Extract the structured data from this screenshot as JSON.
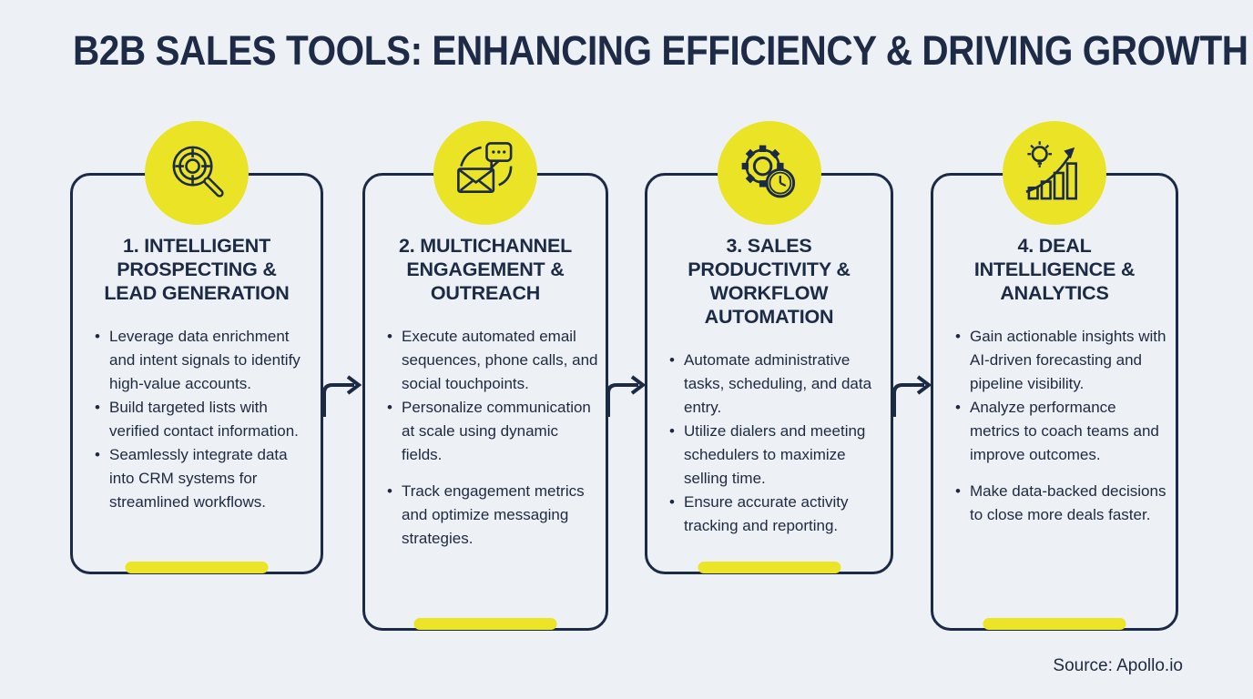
{
  "title": "B2B SALES TOOLS: ENHANCING EFFICIENCY & DRIVING GROWTH",
  "source": "Source: Apollo.io",
  "colors": {
    "background": "#edf1f6",
    "navy": "#1b2a45",
    "yellow": "#eae326"
  },
  "cards": [
    {
      "icon": "target-magnifier-icon",
      "title": "1. INTELLIGENT\nPROSPECTING &\nLEAD GENERATION",
      "bullets": [
        "Leverage data enrichment and intent signals to identify high-value accounts.",
        "Build targeted lists with verified contact information.",
        "Seamlessly integrate data into CRM systems for streamlined workflows."
      ]
    },
    {
      "icon": "email-chat-icon",
      "title": "2. MULTICHANNEL\nENGAGEMENT &\nOUTREACH",
      "bullets": [
        "Execute automated email sequences, phone calls, and social touchpoints.",
        "Personalize communication at scale using dynamic fields.",
        "Track engagement metrics and optimize messaging strategies."
      ]
    },
    {
      "icon": "gear-clock-icon",
      "title": "3. SALES\nPRODUCTIVITY &\nWORKFLOW\nAUTOMATION",
      "bullets": [
        "Automate administrative tasks, scheduling, and data entry.",
        "Utilize dialers and meeting schedulers to maximize selling time.",
        "Ensure accurate activity tracking and reporting."
      ]
    },
    {
      "icon": "growth-chart-bulb-icon",
      "title": "4. DEAL\nINTELLIGENCE &\nANALYTICS",
      "bullets": [
        "Gain actionable insights with AI-driven forecasting and pipeline visibility.",
        "Analyze performance metrics to coach teams and improve outcomes.",
        "Make data-backed decisions to close more deals faster."
      ]
    }
  ]
}
